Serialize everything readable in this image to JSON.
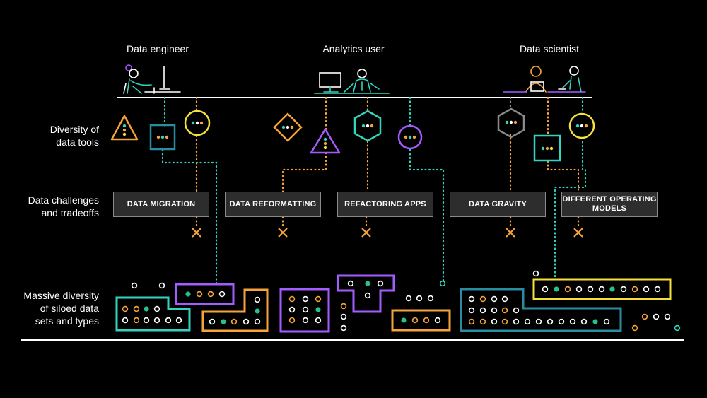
{
  "personas": [
    "Data engineer",
    "Analytics user",
    "Data scientist"
  ],
  "row_labels": {
    "tools": "Diversity of\ndata tools",
    "challenges": "Data challenges\nand tradeoffs",
    "datasets": "Massive diversity\nof siloed data\nsets and types"
  },
  "challenges": [
    "DATA MIGRATION",
    "DATA REFORMATTING",
    "REFACTORING APPS",
    "DATA GRAVITY",
    "DIFFERENT OPERATING\nMODELS"
  ],
  "colors": {
    "teal": "#34d3c0",
    "orange": "#f5a33a",
    "yellow": "#f6e03a",
    "purple": "#a55cff",
    "blue": "#2a8ca0",
    "green": "#25c28c",
    "gray": "#8a8a8a",
    "white": "#ffffff",
    "background": "#000000"
  },
  "tool_icons": [
    "triangle-icon",
    "square-icon",
    "circle-icon",
    "diamond-icon",
    "triangle-icon",
    "hexagon-icon",
    "circle-icon",
    "hexagon-icon",
    "square-icon",
    "circle-icon"
  ]
}
